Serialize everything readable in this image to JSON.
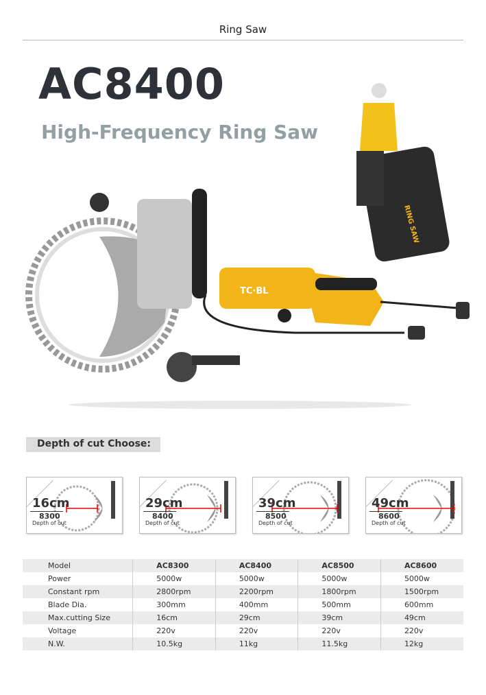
{
  "header": {
    "title": "Ring Saw"
  },
  "product": {
    "model": "AC8400",
    "subtitle": "High-Frequency Ring Saw",
    "brand": "TC·BL",
    "case_label": "RING SAW"
  },
  "depth_section": {
    "title": "Depth of cut Choose:",
    "items": [
      {
        "depth": "16cm",
        "model": "8300",
        "label": "Depth of cut"
      },
      {
        "depth": "29cm",
        "model": "8400",
        "label": "Depth of cut"
      },
      {
        "depth": "39cm",
        "model": "8500",
        "label": "Depth of cut"
      },
      {
        "depth": "49cm",
        "model": "8600",
        "label": "Depth of cut"
      }
    ]
  },
  "specs": {
    "rows": [
      [
        "Model",
        "AC8300",
        "AC8400",
        "AC8500",
        "AC8600"
      ],
      [
        "Power",
        "5000w",
        "5000w",
        "5000w",
        "5000w"
      ],
      [
        "Constant rpm",
        "2800rpm",
        "2200rpm",
        "1800rpm",
        "1500rpm"
      ],
      [
        "Blade Dia.",
        "300mm",
        "400mm",
        "500mm",
        "600mm"
      ],
      [
        "Max.cutting Size",
        "16cm",
        "29cm",
        "39cm",
        "49cm"
      ],
      [
        "Voltage",
        "220v",
        "220v",
        "220v",
        "220v"
      ],
      [
        "N.W.",
        "10.5kg",
        "11kg",
        "11.5kg",
        "12kg"
      ]
    ]
  },
  "colors": {
    "accent": "#f2b417",
    "dark": "#2e3238",
    "subtitle": "#93a0a3"
  }
}
